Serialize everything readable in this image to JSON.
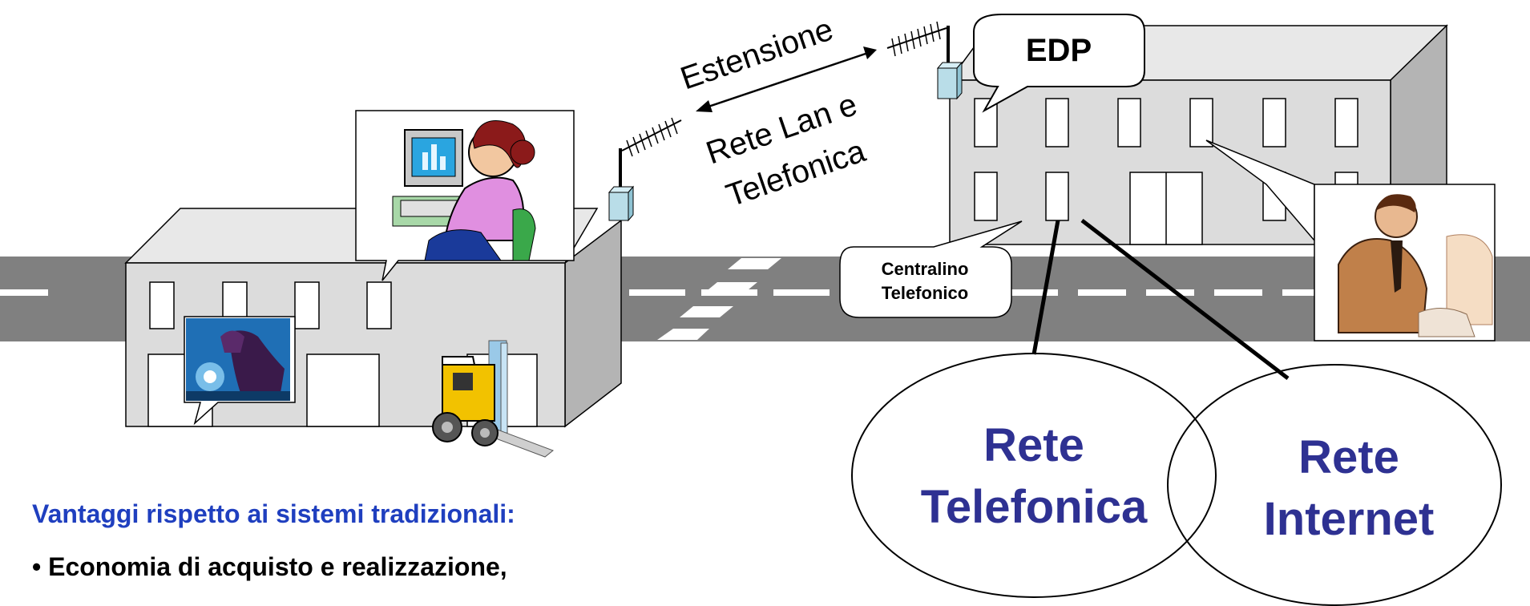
{
  "labels": {
    "link_top": "Estensione",
    "link_bottom_1": "Rete Lan e",
    "link_bottom_2": "Telefonica",
    "edp": "EDP",
    "pbx_1": "Centralino",
    "pbx_2": "Telefonico",
    "net_phone_1": "Rete",
    "net_phone_2": "Telefonica",
    "net_internet_1": "Rete",
    "net_internet_2": "Internet"
  },
  "advantages": {
    "heading": "Vantaggi rispetto ai sistemi tradizionali:",
    "items": [
      "• Economia di acquisto e realizzazione,"
    ]
  },
  "colors": {
    "road": "#808080",
    "building_front": "#dcdcdc",
    "building_side": "#b4b4b4",
    "antenna_box": "#b9dde8",
    "heading_blue": "#1f3fbf",
    "network_text": "#2e3192"
  },
  "icons": [
    "antenna-icon",
    "office-worker-icon",
    "welder-icon",
    "forklift-icon",
    "businessman-icon"
  ]
}
